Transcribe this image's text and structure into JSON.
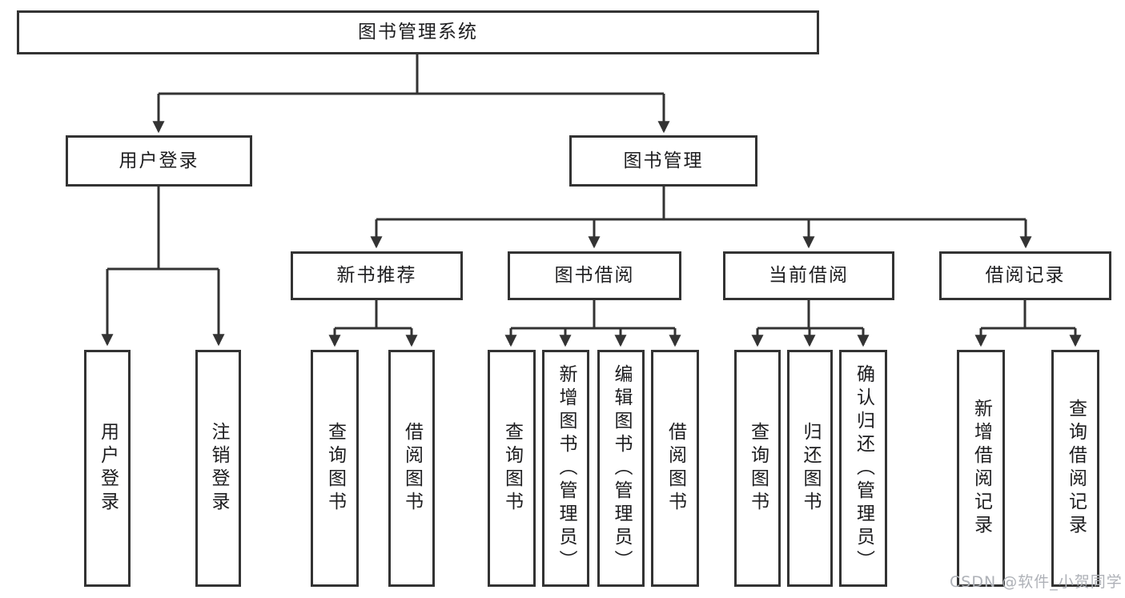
{
  "diagram": {
    "root": {
      "label": "图书管理系统"
    },
    "children": [
      {
        "label": "用户登录",
        "children": [
          {
            "label": "用户登录"
          },
          {
            "label": "注销登录"
          }
        ]
      },
      {
        "label": "图书管理",
        "children": [
          {
            "label": "新书推荐",
            "children": [
              {
                "label": "查询图书"
              },
              {
                "label": "借阅图书"
              }
            ]
          },
          {
            "label": "图书借阅",
            "children": [
              {
                "label": "查询图书"
              },
              {
                "label": "新增图书（管理员）"
              },
              {
                "label": "编辑图书（管理员）"
              },
              {
                "label": "借阅图书"
              }
            ]
          },
          {
            "label": "当前借阅",
            "children": [
              {
                "label": "查询图书"
              },
              {
                "label": "归还图书"
              },
              {
                "label": "确认归还（管理员）"
              }
            ]
          },
          {
            "label": "借阅记录",
            "children": [
              {
                "label": "新增借阅记录"
              },
              {
                "label": "查询借阅记录"
              }
            ]
          }
        ]
      }
    ]
  },
  "watermark": {
    "text": "CSDN @软件_小贺同学"
  },
  "colors": {
    "line": "#333333",
    "text": "#1d1d1f",
    "watermark": "#aeb1b7",
    "bg": "#ffffff"
  }
}
